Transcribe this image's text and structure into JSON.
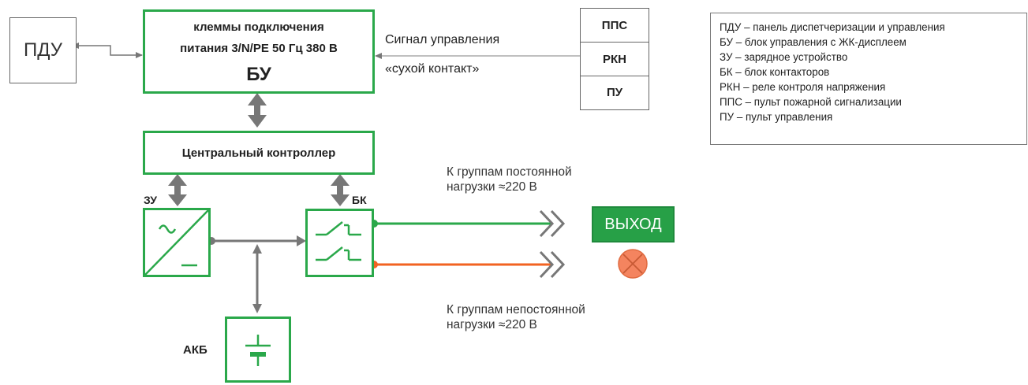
{
  "pdu_box": {
    "label": "ПДУ"
  },
  "bu_box": {
    "line1": "клеммы подключения",
    "line2": "питания 3/N/PE 50 Гц 380 В",
    "title": "БУ"
  },
  "signal": {
    "line1": "Сигнал управления",
    "line2": "«сухой контакт»"
  },
  "right_stack": {
    "items": [
      "ППС",
      "РКН",
      "ПУ"
    ]
  },
  "controller": {
    "label": "Центральный контроллер"
  },
  "labels": {
    "zu": "ЗУ",
    "bk": "БК",
    "akb": "АКБ"
  },
  "constant_load": {
    "line1": "К группам постоянной",
    "line2": "нагрузки ≈220 В"
  },
  "nonconstant_load": {
    "line1": "К группам непостоянной",
    "line2": "нагрузки ≈220 В"
  },
  "exit_sign": {
    "label": "ВЫХОД"
  },
  "legend": {
    "items": [
      "ПДУ – панель диспетчеризации и управления",
      "БУ – блок управления с ЖК-дисплеем",
      "ЗУ – зарядное устройство",
      "БК – блок контакторов",
      "РКН – реле контроля напряжения",
      "ППС – пульт пожарной сигнализации",
      "ПУ – пульт управления"
    ]
  },
  "colors": {
    "green": "#2aa84a",
    "orange": "#f26322",
    "gray": "#777777",
    "lamp": "#f4845f"
  }
}
